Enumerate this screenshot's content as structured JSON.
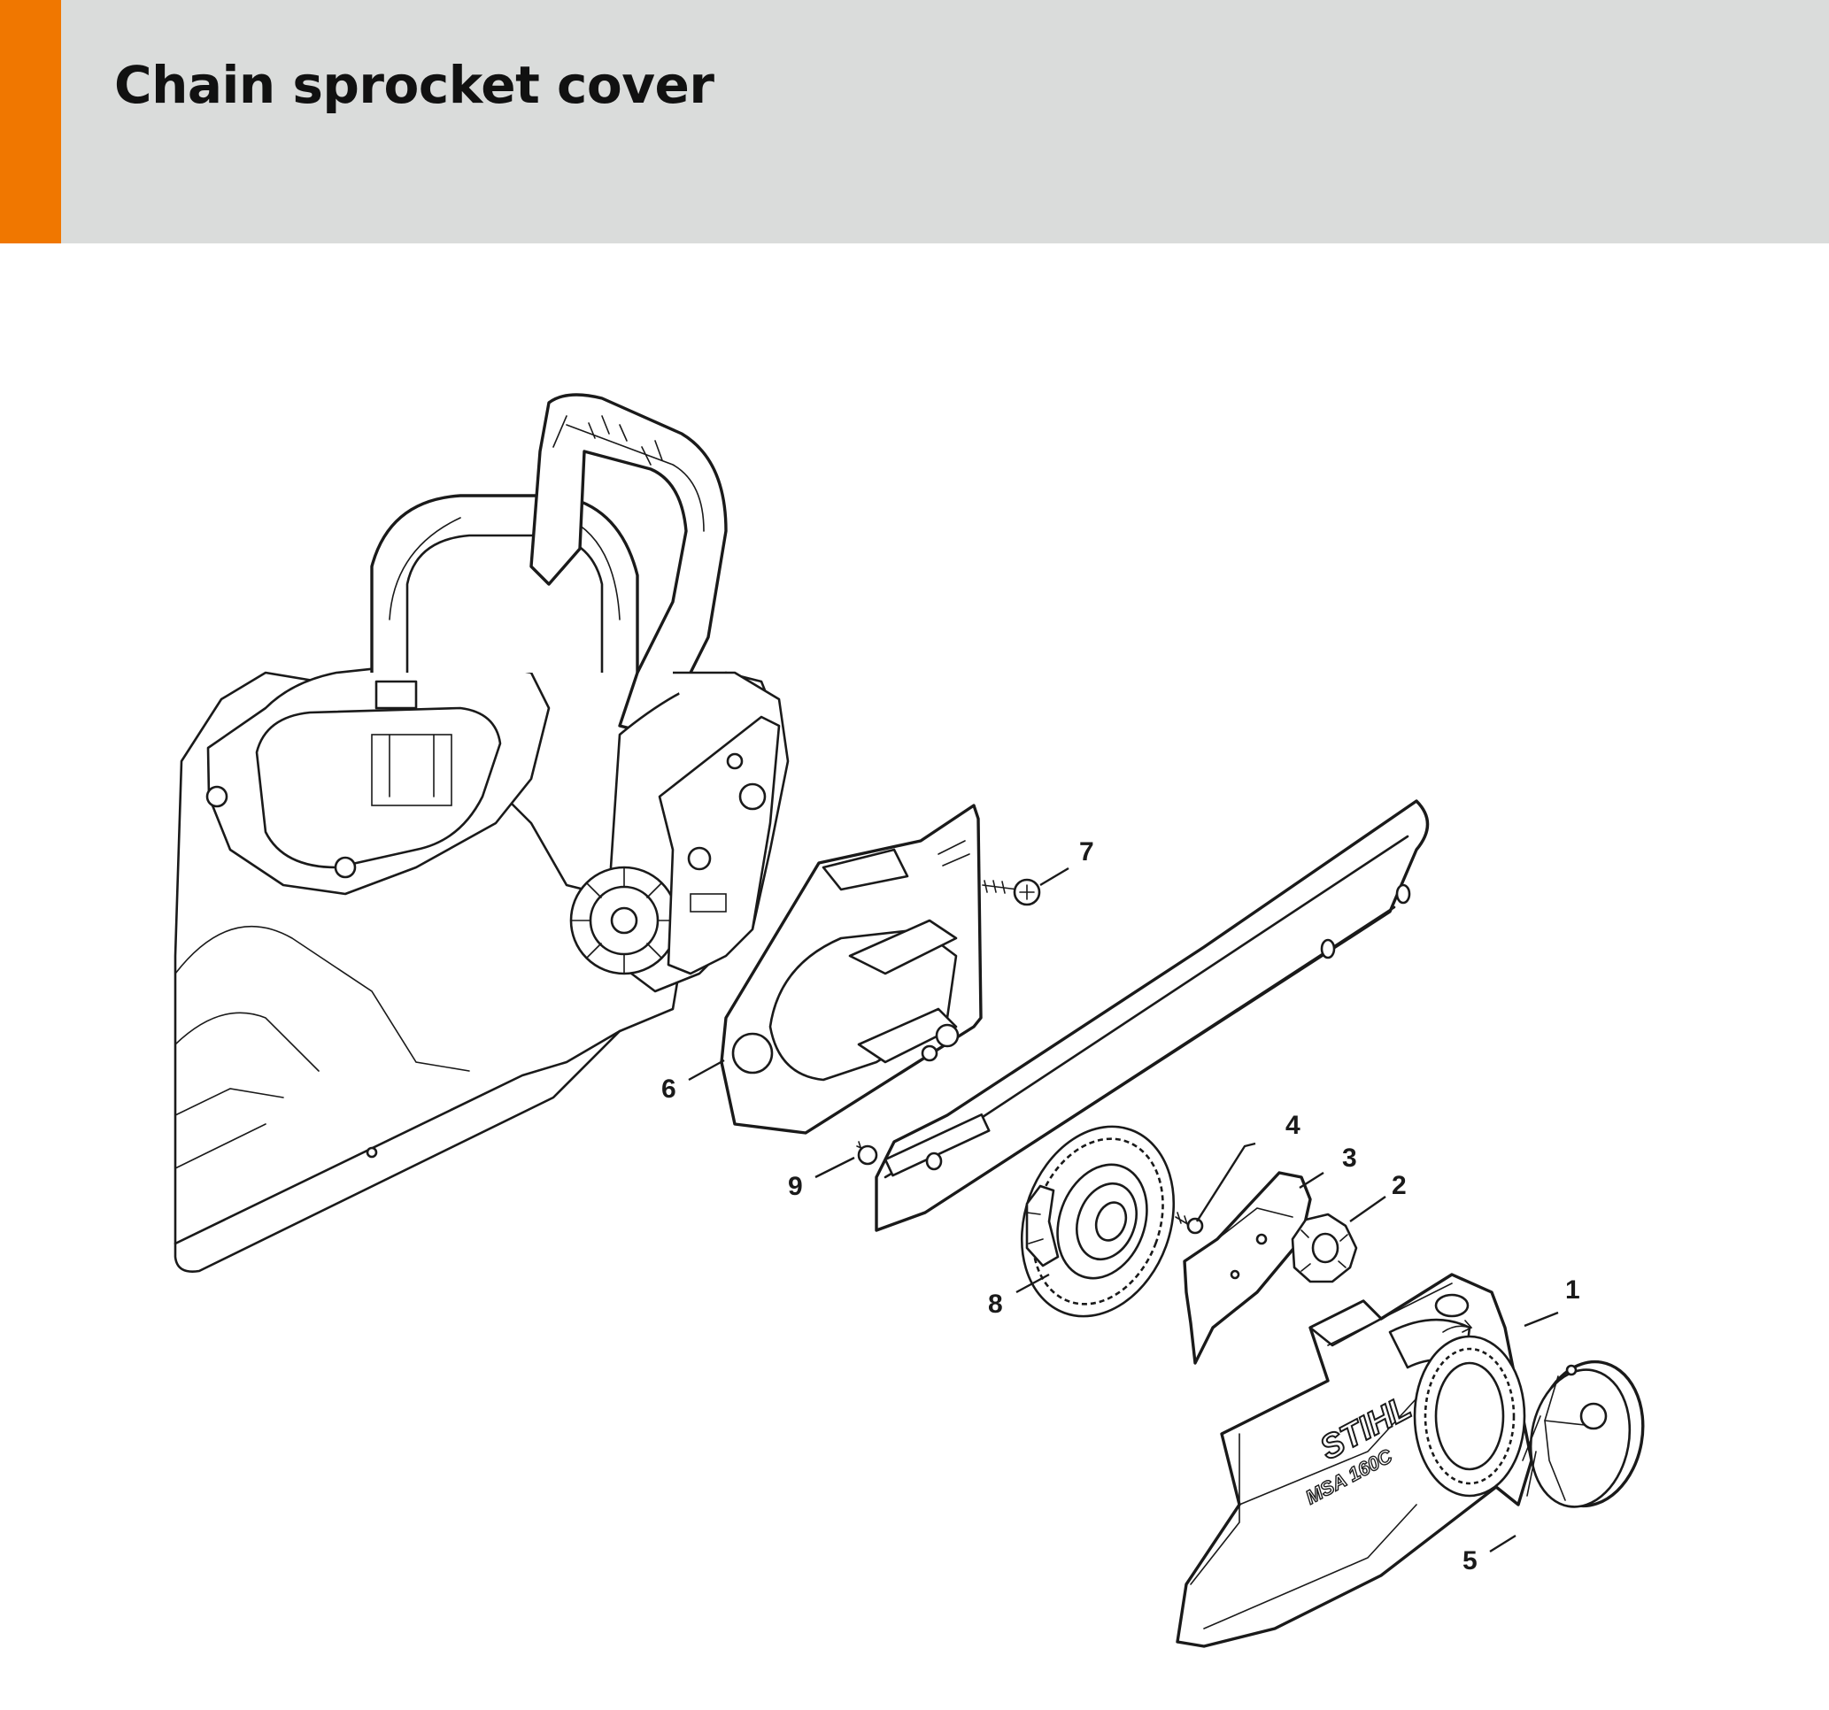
{
  "header": {
    "title": "Chain sprocket cover",
    "accent_color": "#f07700",
    "background_color": "#dadcdb"
  },
  "callouts": [
    {
      "number": "1",
      "part": "chain-sprocket-cover"
    },
    {
      "number": "2",
      "part": "nut"
    },
    {
      "number": "3",
      "part": "chain-catcher-plate"
    },
    {
      "number": "4",
      "part": "guide-plate"
    },
    {
      "number": "5",
      "part": "knob-cover"
    },
    {
      "number": "6",
      "part": "guide-plate-inner"
    },
    {
      "number": "7",
      "part": "screw"
    },
    {
      "number": "8",
      "part": "chain-wheel"
    },
    {
      "number": "9",
      "part": "screw-small"
    }
  ],
  "cover_text": {
    "brand": "STIHL",
    "model": "MSA 160C"
  }
}
